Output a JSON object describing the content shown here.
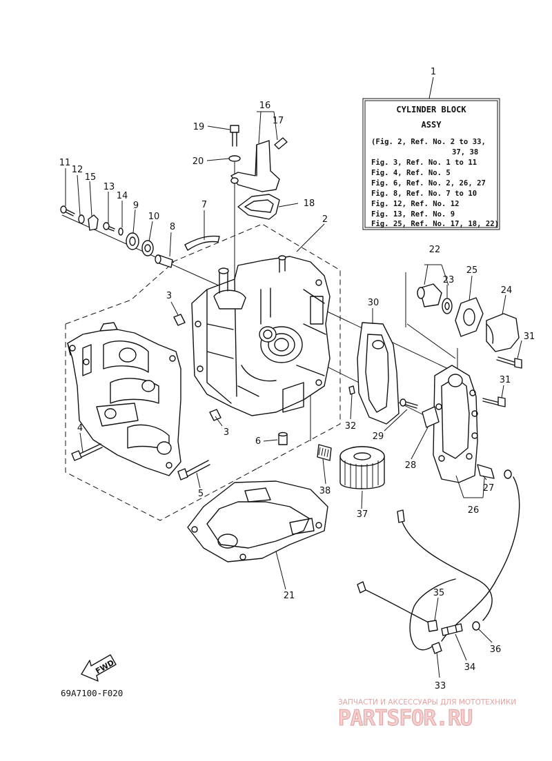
{
  "legend": {
    "title_line1": "CYLINDER BLOCK",
    "title_line2": "ASSY",
    "lines": [
      "(Fig. 2, Ref. No. 2 to 33,",
      "37, 38",
      "Fig. 3, Ref. No. 1 to 11",
      "Fig. 4, Ref. No. 5",
      "Fig. 6, Ref. No. 2, 26, 27",
      "Fig. 8, Ref. No. 7 to 10",
      "Fig. 12, Ref. No. 12",
      "Fig. 13, Ref. No. 9",
      "Fig. 25, Ref. No. 17, 18, 22)"
    ]
  },
  "callouts": [
    "1",
    "2",
    "3",
    "3",
    "4",
    "5",
    "6",
    "7",
    "8",
    "9",
    "10",
    "11",
    "12",
    "13",
    "14",
    "15",
    "16",
    "17",
    "18",
    "19",
    "20",
    "21",
    "22",
    "23",
    "24",
    "25",
    "26",
    "27",
    "28",
    "29",
    "30",
    "31",
    "31",
    "32",
    "33",
    "34",
    "35",
    "36",
    "37",
    "38"
  ],
  "fwd_label": "FWD",
  "figure_code": "69A7100-F020",
  "watermark": {
    "tagline": "ЗАПЧАСТИ И АКСЕССУАРЫ ДЛЯ МОТОТЕХНИКИ",
    "brand": "PARTSFOR.RU"
  }
}
